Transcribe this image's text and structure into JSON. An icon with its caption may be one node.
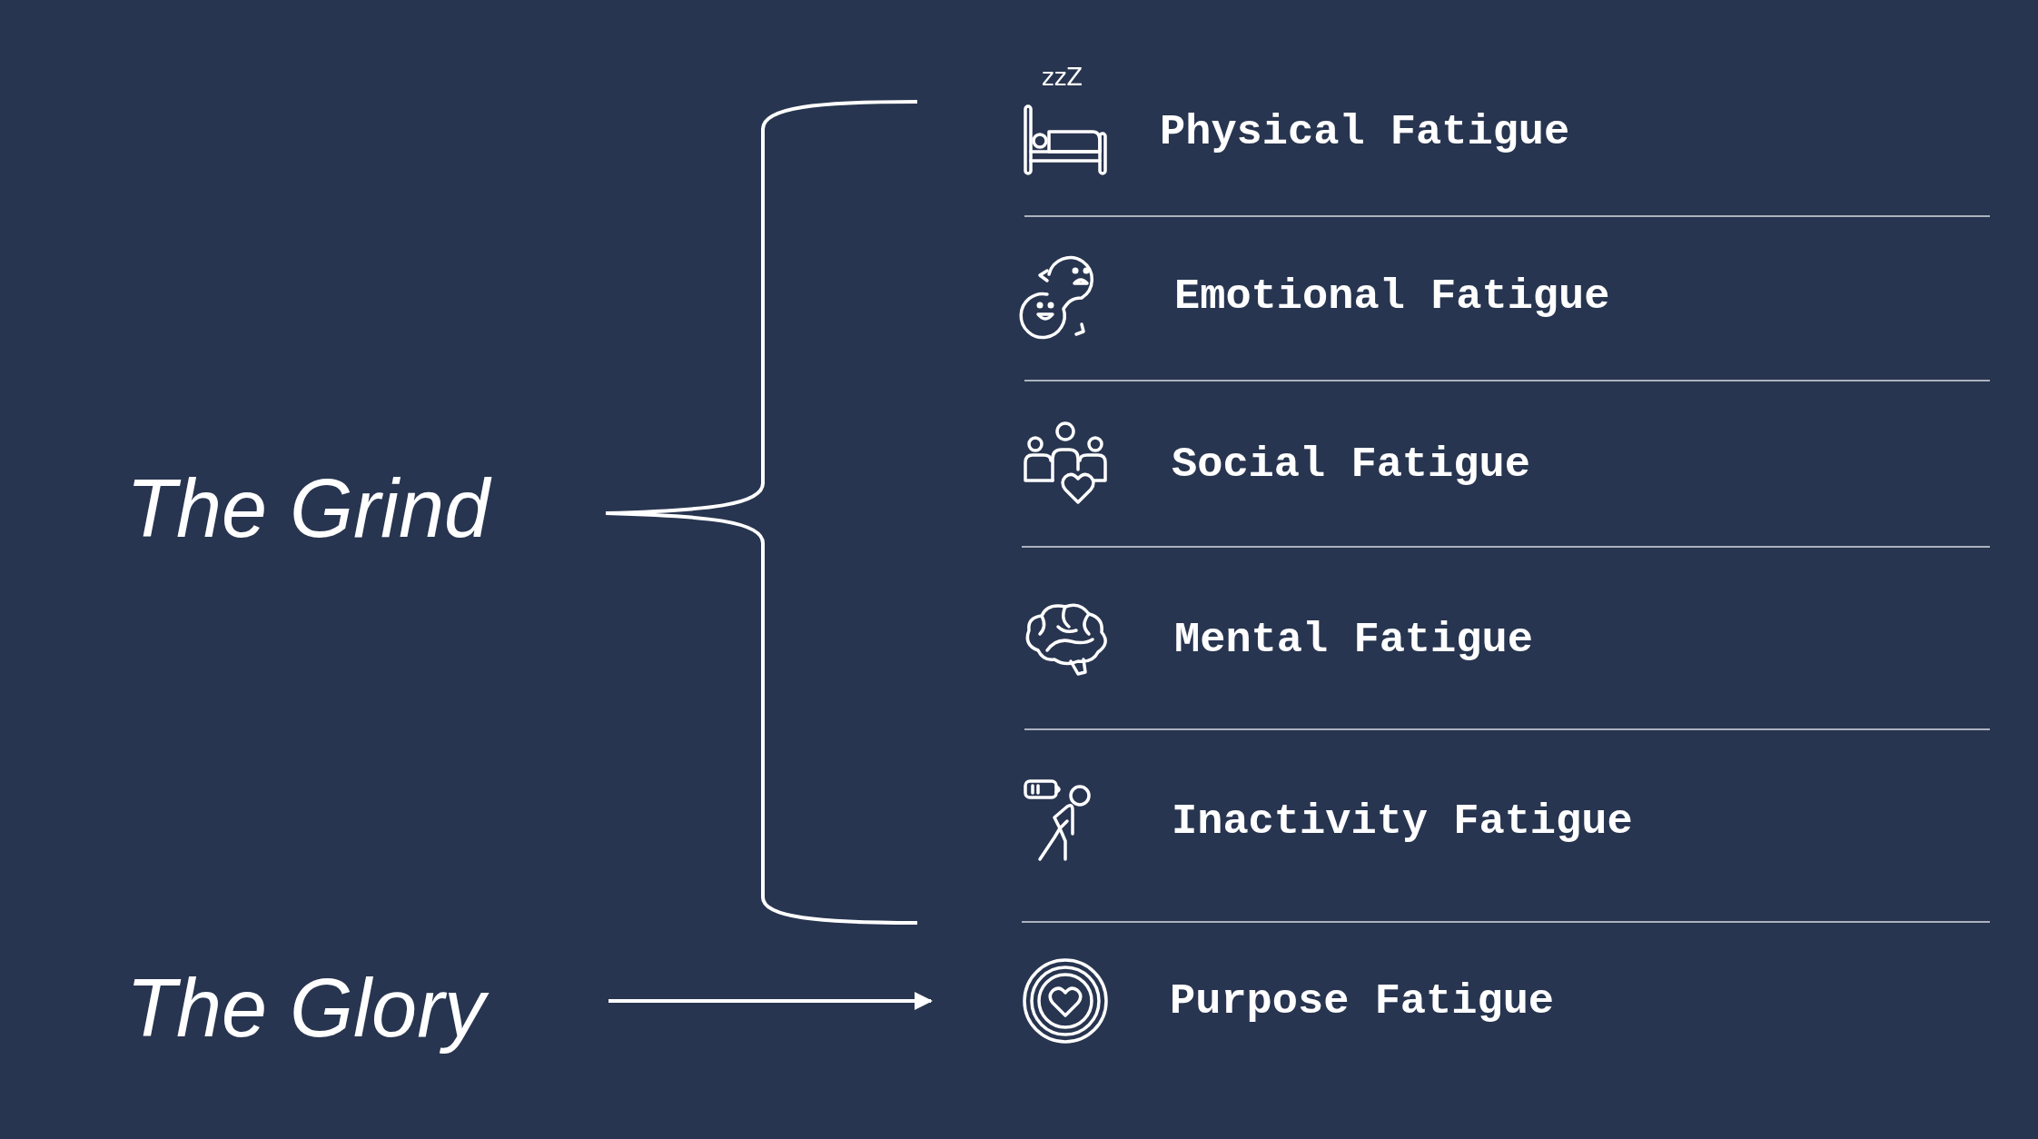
{
  "diagram": {
    "nodes": [
      {
        "text": [
          "The Grind"
        ]
      },
      {
        "text": [
          "The Glory"
        ]
      },
      {
        "text": [
          "Physical Fatigue"
        ]
      },
      {
        "text": [
          "Emotional Fatigue"
        ]
      },
      {
        "text": [
          "Social Fatigue"
        ]
      },
      {
        "text": [
          "Mental Fatigue"
        ]
      },
      {
        "text": [
          "Inactivity Fatigue"
        ]
      },
      {
        "text": [
          "Purpose Fatigue"
        ]
      }
    ],
    "edges": [
      {
        "from": 1,
        "to": 7,
        "arrow": "to"
      }
    ],
    "labels": [
      "zzZ"
    ]
  }
}
